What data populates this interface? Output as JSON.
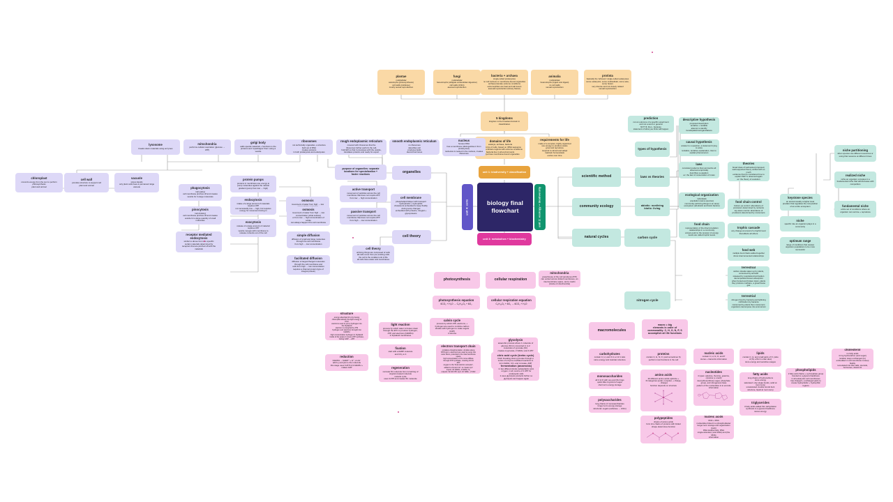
{
  "title": "biology final flowchart",
  "center": {
    "label": "biology final\nflowchart"
  },
  "units": {
    "unit1": "unit 1: biodiversity + classification",
    "unit4": "unit 4: cells",
    "unit2": "unit 2: ecology + biodiversity",
    "unit3": "unit 3: metabolism + biochemistry"
  },
  "kingdoms": [
    {
      "t": "plantae",
      "d": "multicellular\nautotrophs (photosynthesis)\ncell walls (cellulose)\nmostly sexual reproduction"
    },
    {
      "t": "fungi",
      "d": "multicellular\nheterotrophs (obligate extracellular digestion)\ncell walls (chitin)\nasexual reproduction"
    },
    {
      "t": "bacteria + archaea",
      "d": "single-celled prokaryotes\nno cell nucleus or membrane-bound organelles\narchaea tolerate extreme conditions\nextremophiles are heat and salt lovers\nasexual reproduction (binary fission)"
    },
    {
      "t": "animalia",
      "d": "multicellular\nheterotrophs (ingest and digest)\nno cell walls\nsexual reproduction"
    },
    {
      "t": "protista",
      "d": "basically the 'leftovers' single-celled eukaryotes\nsome eukaryotic, some multicellular, some auto,\nsome hetero\nvery diverse and not closely related\nsexual reproduction"
    }
  ],
  "kingdom_root": {
    "t": "5 kingdoms",
    "d": "kingdom is the broadest domain in\nclassification"
  },
  "domains": {
    "t": "domains of life",
    "d": "eukarya, archaea, bacteria\nall are forms of cells, based on rRNA sequence\narchaea embrace regions with extreme conditions\nbacteria live in all environments\neukarya have membrane-bound organelles"
  },
  "requirements": {
    "t": "requirements for life",
    "d": "made of a complex, highly organized\nuse energy to produce waste\ngrow and reproduce\nrespond to stimuli and adapt\nmaintain homeostasis\nevolve over time"
  },
  "cells": {
    "organelles": {
      "t": "organelles"
    },
    "cell_membrane": {
      "t": "cell membrane",
      "d": "phospholipid bilayer with transport\nhydrophobic + hydrophilic\ncholesterol embedded to keep fluidity during temp changes\nembedded with proteins, integral + glycoproteins"
    },
    "cell_theory_node": {
      "t": "cell theory"
    },
    "cell_theory_detail": {
      "t": "cell theory",
      "d": "all living things are composed of cells\nall cells come from pre-existing cells\nthe cell is the smallest unit of life\nall cells have water and membranes"
    },
    "left_row": [
      {
        "t": "chloroplast",
        "d": "converts energy from the sun to perform\nphotosynthesis\nplant and animal"
      },
      {
        "t": "cell wall",
        "d": "provides structure to support cell\nplant and animal"
      },
      {
        "t": "vacuole",
        "d": "stores liquids\nonly plant cells have a permanent large\nvacuole"
      }
    ],
    "top_row": [
      {
        "t": "lysosome",
        "d": "breaks down materials using enzymes"
      },
      {
        "t": "mitochondria",
        "d": "performs cellular respiration (glucose →\nATP)"
      },
      {
        "t": "golgi body",
        "d": "adds special materials + functions to the\nproteins and 'repackages' them using a\nvesicle"
      },
      {
        "t": "ribosomes",
        "d": "not technically organelles, a structure\nbuilt out of RNA\ncreates proteins\nin both prokaryotes and eukaryotes"
      },
      {
        "t": "rough endoplasmic reticulum",
        "d": "covered with ribosomes that the\nribosomes further perform the cell,\nhold ER so that it processes with the vesicle,\ntranslates proteins and ready for export"
      },
      {
        "t": "smooth endoplasmic reticulum",
        "d": "no ribosomes\ndetoxifies cell\nproduces lipids\nsteroid hormones"
      },
      {
        "t": "nucleus",
        "d": "houses DNA\nhas a membrane (distinguishes it from\nprokaryotes)\nnucleolus is nested in the nucleus, creates\nribosomes"
      }
    ],
    "transport": [
      {
        "t": "phagocytosis",
        "d": "'cell eating'\ncell membrane pinches off and creates\nvesicle for in-large molecules"
      },
      {
        "t": "pinocytosis",
        "d": "'cell drinking'\ncell membrane pinches off and creates\nvesicle for a large quantity of small\nmolecules"
      },
      {
        "t": "receptor mediated endocytosis",
        "d": "similar to above but more specific\ncertain materials determined by\nreceptors that are pinched off with the\nmaterials"
      },
      {
        "t": "protein pumps",
        "d": "proteins in membrane use energy to\npump molecules against the natural\ngradient (pump from low → high)"
      },
      {
        "t": "endocytosis",
        "d": "intake of a large amount of materials\nrequires ATP\nnot necessarily low → high, but requires\nenergy for movement during in"
      },
      {
        "t": "exocytosis",
        "d": "release of a large amount of material\nrequires ATP\nvesicle merges with membrane to\nrelease contents out of the cell"
      },
      {
        "t": "osmosis",
        "d": "movement of water from high → low\nconcentration (solutes)\nonly aquaporins for aid in rate"
      },
      {
        "t": "active transport",
        "d": "movement of particles across the cell\nmembrane that does not require ATP\nfrom low → high concentration"
      },
      {
        "t": "passive transport",
        "d": "movement of particles across the cell\nmembrane that does not require ATP\nfrom high → low concentration"
      },
      {
        "t": "osmosis",
        "d": "movement of water from high → low\nconcentration (what solutes)\nor from low → high concentration of\nsolute\ncan always happen thru cell membrane"
      },
      {
        "t": "simple diffusion",
        "d": "diffusion of small and large molecules\nthrough the cell membrane\nfrom high → low concentration"
      },
      {
        "t": "facilitated diffusion",
        "d": "diffusion of larger/charged molecules\nthrough the cell membrane and\ncells from high → low concentration\nrequires a channel protein (type of\nintegral protein)"
      },
      {
        "t": "purpose of organelles: separate\nlocations for specialization +\nfaster reactions"
      }
    ]
  },
  "ecology": {
    "scientific_method": {
      "t": "scientific method"
    },
    "laws_theories": {
      "t": "laws vs theories"
    },
    "types_hypothesis": {
      "t": "types of hypothesis"
    },
    "prediction": {
      "t": "prediction",
      "d": "not an outcome of a specific experiment\nand not a word or general\nNOT IF, then...because\nstatement of what you think will happen"
    },
    "descriptive": {
      "t": "descriptive hypothesis",
      "d": "proposed description\ntentative + testable\nattempt to identify\ntrends/patterns/organizations"
    },
    "causal": {
      "t": "causal hypothesis",
      "d": "answer to a question, a statement trying\nto solve\ntentative, tentative explanation, tries to\nexplain phenomenon"
    },
    "laws": {
      "t": "laws",
      "d": "consistent patterns that summarize all\nobserved empirically\ndescribes a equation\nex: the law of conservation of mass"
    },
    "theories": {
      "t": "theories",
      "d": "broad class of well-tested proposed,\nwell-supported theory unified with so much\nevidence that it's considered true to\nexplain WHY's observed again\nex: the theory of evolution"
    },
    "community_ecology": {
      "t": "community ecology"
    },
    "abiotic_biotic": {
      "t": "abiotic: nonliving\nbiotic: living"
    },
    "ecological_org": {
      "t": "ecological organization",
      "d": "individuals\npopulation (same species)\ncommunity (all living things in an area)\necosystem (all abiotic and biotic factors)"
    },
    "food_chain": {
      "t": "food chain",
      "d": "representation of the direct predation\nrelationships in a community\narrows point to the receiver of energy\nlevels are called trophic levels"
    },
    "food_chain_control": {
      "t": "food chain control",
      "d": "bottom-up control: abundance of\nproducers determined by nutrients\ntop-down control: abundance of\nproducers determined by consumers"
    },
    "trophic_cascade": {
      "t": "trophic cascade",
      "d": "any change at a level of a trophic level\nthat affects all others"
    },
    "food_web": {
      "t": "food web",
      "d": "multiple food chains added together\nshow interconnected relationships"
    },
    "keystone": {
      "t": "keystone species",
      "d": "an animal usually a higher level\npredator that regulates the composition\nof an entire ecosystem"
    },
    "niche": {
      "t": "niche",
      "d": "specific role an organism plays in a\ncommunity"
    },
    "optimum": {
      "t": "optimum range",
      "d": "range of conditions that causes\norganism populations to be more\nsuccessful"
    },
    "niche_partitioning": {
      "t": "niche partitioning",
      "d": "when species use different resources or\nusing that resource at different times"
    },
    "realized": {
      "t": "realized niche",
      "d": "niche an organism occupies in a\nfundamental niche that will decrease with\ncompetition"
    },
    "fundamental": {
      "t": "fundamental niche",
      "d": "entire set of conditions where an\norganism can survive + reproduce"
    },
    "natural_cycles": {
      "t": "natural cycles"
    },
    "carbon_cycle": {
      "t": "carbon cycle"
    },
    "nitrogen_cycle": {
      "t": "nitrogen cycle"
    },
    "terrestrial_carbon": {
      "t": "terrestrial",
      "d": "carbon dioxide taken up by plants,\nconsumed by animals\nreleased by respiration/combustion\ndecomposition/ocean absorption\nwhen buried and broken down, plants\nthey produce methane, a greenhouse\ngas"
    },
    "terrestrial_nitrogen": {
      "t": "terrestrial",
      "d": "nitrogen fixed by bacteria and lightning\nnitrification by bacteria\nconsumed by plants then consumers\norganisms decompose into ammonium"
    }
  },
  "biochem": {
    "photosynthesis": {
      "t": "photosynthesis"
    },
    "cellular_respiration": {
      "t": "cellular respiration"
    },
    "mitochondria": {
      "t": "mitochondria",
      "d": "powerhouse of the cell (produces ATP)\ncan extract across folded membranes, an\nintermembrane space, and a matrix\n(inside of mitochondria)"
    },
    "photo_eq": {
      "t": "photosynthesis equation",
      "d": "6CO₂ + H₂O → C₆H₁₂O₆ + 6O₂"
    },
    "resp_eq": {
      "t": "cellular respiration equation",
      "d": "C₆H₁₂O₆ + 6O₂ → 6CO₂ + H₂O"
    },
    "calvin": {
      "t": "calvin cycle",
      "d": "process by which ATP, electrons, +\nhydrogen are used to combine carbon\ndioxide with hydrogen to make sugars\n(G3P)\nin stroma"
    },
    "structure": {
      "t": "structure",
      "d": "energy absorbed thru by having\nchloroplast absorb the light energy in\nPSII\nelectrons used to pump hydrogen into\nthe thylakoid\nelectron is energized by PSI\nhydrogen and electrons brought into\nNADPH\nhigh concentration hydrogen in thylakoid\ninside of the space it moves ATP synthase,\n'letting' ADP → ATP"
    },
    "reduction": {
      "t": "reduction",
      "d": "NADPH → NADP⁺ + H⁺, & 2H⁻\nadd H₂ and join to the molecule\nthis stage uses 6 ATP & 6 NADPH +\nmakes G3P"
    },
    "light_reaction": {
      "t": "light reaction",
      "d": "process by which water is broken down\nthrough the ETC to produce hydrogen,\nATP, and electrons (NADPH)\nin thylakoid membranes"
    },
    "fixation": {
      "t": "fixation",
      "d": "start with a RuBP molecule\nand CO₂ to it"
    },
    "regeneration": {
      "t": "regeneration",
      "d": "recreate 5C molecule from remaining of\noriginal created molecule\nrestarts cycle\nuses 3 ATP and creates 5C molecule"
    },
    "etc": {
      "t": "electron transport chain",
      "d": "oxidative phosphorylation, shuttles along\nNTM and + electrons are used to pump into\nouter fibers, potential in the intermembrane\nspace\nhigh concentration of it's move diffuse\nthrough ATP synthase, creating 32-34\nATP\noxygen is the 'final electron acceptor',\nadded to 2H and 1H⁻ to create H₂O\ninputs: 10 NADH, 2 FADH, O₂\noutputs: 32-34 ATP, H₂O, 10 NAD+, 2 FAD"
    },
    "glycolysis": {
      "t": "glycolysis",
      "d": "anaerobic process where 1 molecule of\nglucose (6C) is converted in to 2\nmolecules of pyruvate (3C)\ncreates 2 pyruvate, 2 NADH, and 4 ATP\n(net 2 ATP)"
    },
    "krebs": {
      "t": "citric acid cycle (krebs cycle)",
      "d": "finish breaking down pyruvate through a\nseries of enzyme-mediated reactions to\nform NADH, CO₂ and pyruvate, ADP\noutputs: 4CO₂, 6NADH, 2FADH₂, 2ATP"
    },
    "fermentation": {
      "t": "fermentation (anaerobic)",
      "d": "in two different kinds, lactate/lactic acid,\noxygen, in all, source of 2 ATP for\nprokaryotic cells\nit uses glycolysis products further so\nglycolysis can happen again"
    }
  },
  "macromolecules": {
    "root": {
      "t": "macromolecules"
    },
    "root_note": {
      "t": "macro = big\nelements in order of\ncommonality: C, H, O, N, P, S\naccomplish all life functions"
    },
    "carbohydrates": {
      "t": "carbohydrates",
      "d": "contain C, H, and O in a 1:2:1 ratio\nstore energy and maintain structure"
    },
    "monosaccharides": {
      "t": "monosaccharides",
      "d": "all C:H:O with one and OH rings\nquick little ring kind of sugar\nshort term energy storage"
    },
    "polysaccharides": {
      "t": "polysaccharides",
      "d": "long chains of monosaccharides\nlonger term energy storage\nstructural: sugars (cellulose → chitin)"
    },
    "proteins": {
      "t": "proteins",
      "d": "contain C, H, N, O, (and sometimes S)\nperform most functions in the cell"
    },
    "amino_acids": {
      "t": "amino acids",
      "d": "20 different amino acids optimize +\nR categories (polar, nonpolar, + charge,\n- charge)\nfunction depends on structure"
    },
    "polypeptides": {
      "t": "polypeptides",
      "d": "chains of amino acids\nform into chains of proteins with folded\nshape determines function"
    },
    "nucleic_acids": {
      "t": "nucleic acids",
      "d": "contain C, H, N, O, and P\nstores + transmits information"
    },
    "nucleotides": {
      "t": "nucleotides",
      "d": "4 types: adenine, thymine, guanine,\ncytosine (+ uracil)\ndeoxyribose/ribose sugar, phosphate\ngroup, and nitrogenous base\npattern of the nucleotides is to encode\ninformation"
    },
    "nucleic_acids2": {
      "t": "nucleic acids",
      "d": "DNA + RNA\nnucleotides linked in a phosphodiester\nlonger term storage and organization\n(both)\nDNA double-helix, RNA\nsingle-stranded, (and DNA) and (the RNA)\ninformation"
    },
    "lipids": {
      "t": "lipids",
      "d": "contain C, H, and small parts of O, (also\nof (S) +/OH in order also)\nstore energy and sensitive usages"
    },
    "fatty_acids": {
      "t": "fatty acids",
      "d": "long chains of hydrocarbons\nstore energy\nsaturated: only single bonds, solid at\nroom temp\nunsaturated: double bonds bent\nstructure, liquid at room temp"
    },
    "triglycerides": {
      "t": "triglycerides",
      "d": "3 fatty acids added thru dehydration\nsynthesis to a glycerol backbone\nstores energy"
    },
    "phospholipids": {
      "t": "phospholipids",
      "d": "2 fatty acid chains + a phosphate group\nbonded to a glycerol backbone\nin all eukaryotic cell membranes\nhas charged + uncharged parts to\ncreate hydrophobic + hydrophilic\nregions"
    },
    "cholesterol": {
      "t": "cholesterol",
      "d": "no fatty acids\n4 ring hydrocarbon (and sugar)\nlocation stays unchanged (in)\nembedded in cell membrane to keep\nfluidity\nremodeled into bile salts, steroids,\nhormones, vitamin D"
    }
  },
  "colors": {
    "orange": "#fad9a6",
    "orange_accent": "#e8a33d",
    "purple": "#ddd8f7",
    "purple_accent": "#6156c8",
    "teal": "#c3e8e0",
    "teal_accent": "#10946e",
    "pink": "#f8c8e8",
    "pink_accent": "#e0399e",
    "navy": "#2d2667"
  }
}
